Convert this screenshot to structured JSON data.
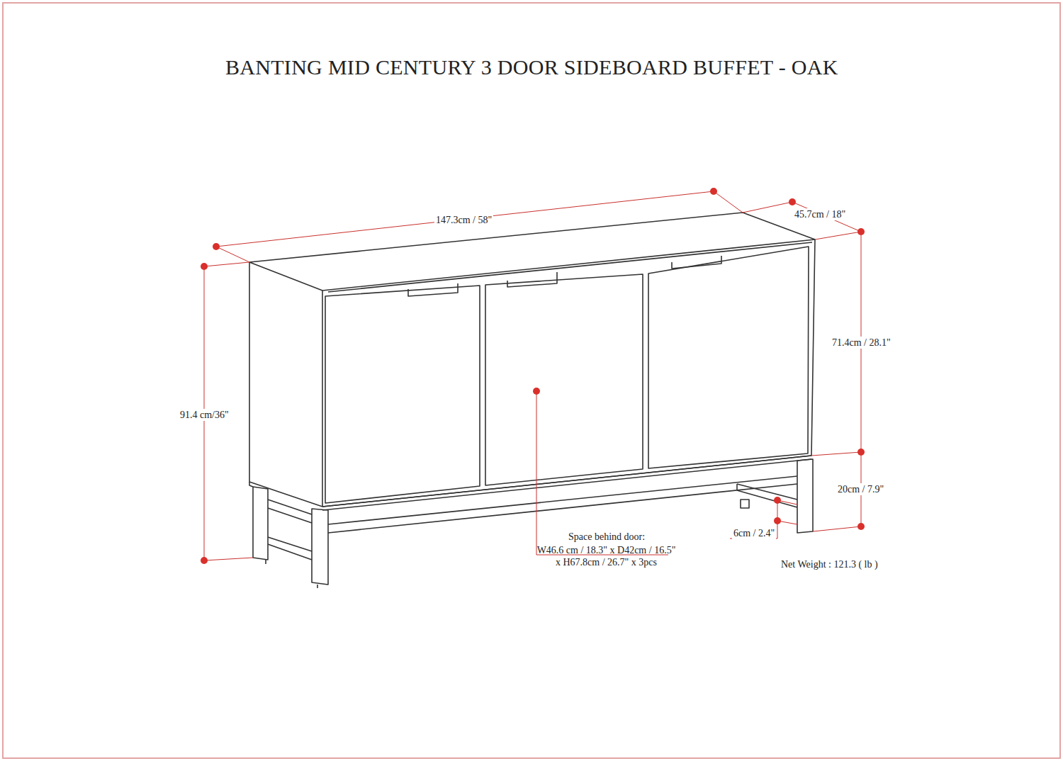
{
  "diagram": {
    "title": "BANTING MID CENTURY 3 DOOR SIDEBOARD BUFFET - OAK",
    "labels": [
      "147.3cm / 58\"",
      "45.7cm / 18\"",
      "71.4cm / 28.1\"",
      "91.4 cm/36\"",
      "20cm / 7.9\"",
      "6cm / 2.4\"",
      "Space behind door:",
      "W46.6 cm / 18.3\" x D42cm / 16.5\" x H67.8cm / 26.7\" x 3pcs",
      "Net Weight : 121.3 ( lb )"
    ]
  }
}
